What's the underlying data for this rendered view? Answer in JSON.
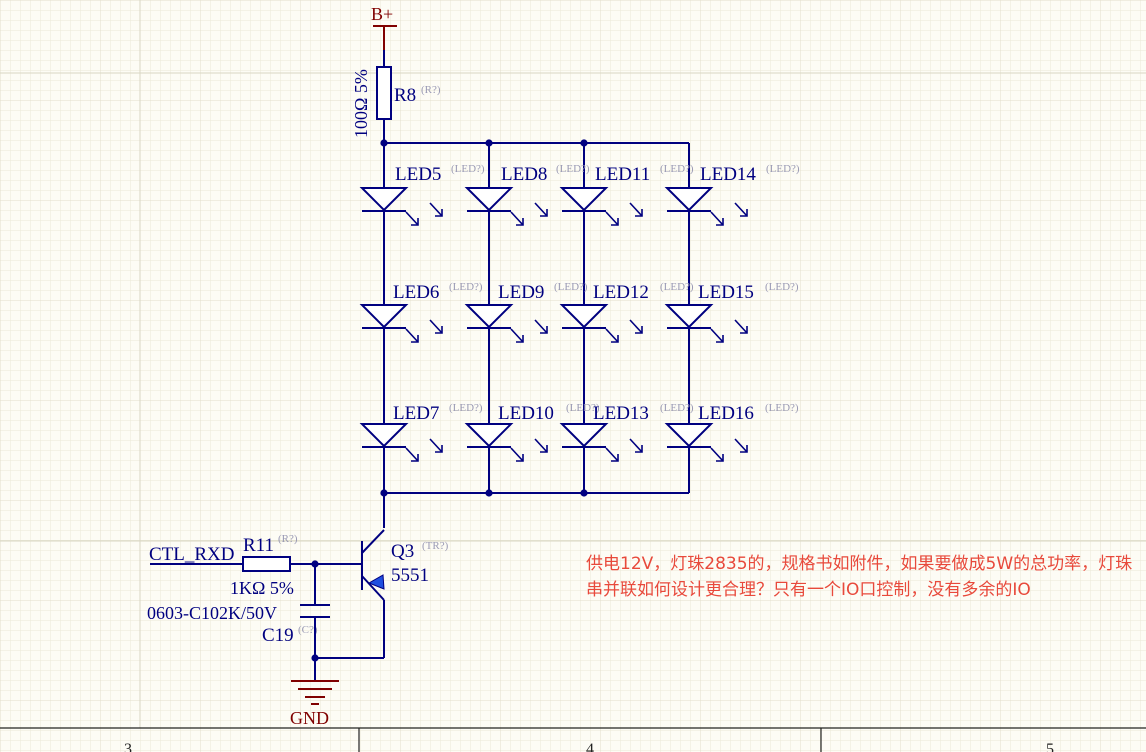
{
  "power": {
    "supply_label": "B+",
    "ground_label": "GND"
  },
  "r8": {
    "ref": "R8",
    "tag": "(R?)",
    "value": "100Ω 5%"
  },
  "r11": {
    "ref": "R11",
    "tag": "(R?)",
    "value": "1KΩ 5%"
  },
  "c19": {
    "ref": "C19",
    "tag": "(C?)",
    "value": "0603-C102K/50V"
  },
  "q3": {
    "ref": "Q3",
    "tag": "(TR?)",
    "value": "5551"
  },
  "net": {
    "control": "CTL_RXD"
  },
  "leds": [
    {
      "ref": "LED5",
      "tag": "(LED?)"
    },
    {
      "ref": "LED6",
      "tag": "(LED?)"
    },
    {
      "ref": "LED7",
      "tag": "(LED?)"
    },
    {
      "ref": "LED8",
      "tag": "(LED?)"
    },
    {
      "ref": "LED9",
      "tag": "(LED?)"
    },
    {
      "ref": "LED10",
      "tag": "(LED?)"
    },
    {
      "ref": "LED11",
      "tag": "(LED?)"
    },
    {
      "ref": "LED12",
      "tag": "(LED?)"
    },
    {
      "ref": "LED13",
      "tag": "(LED?)"
    },
    {
      "ref": "LED14",
      "tag": "(LED?)"
    },
    {
      "ref": "LED15",
      "tag": "(LED?)"
    },
    {
      "ref": "LED16",
      "tag": "(LED?)"
    }
  ],
  "border": {
    "zones": [
      "3",
      "4",
      "5"
    ]
  },
  "question": "供电12V，灯珠2835的，规格书如附件，如果要做成5W的总功率，灯珠串并联如何设计更合理？只有一个IO口控制，没有多余的IO",
  "colors": {
    "wire": "#000080",
    "power": "#800000",
    "question_text": "#e8493b",
    "background": "#fdfcf5"
  }
}
